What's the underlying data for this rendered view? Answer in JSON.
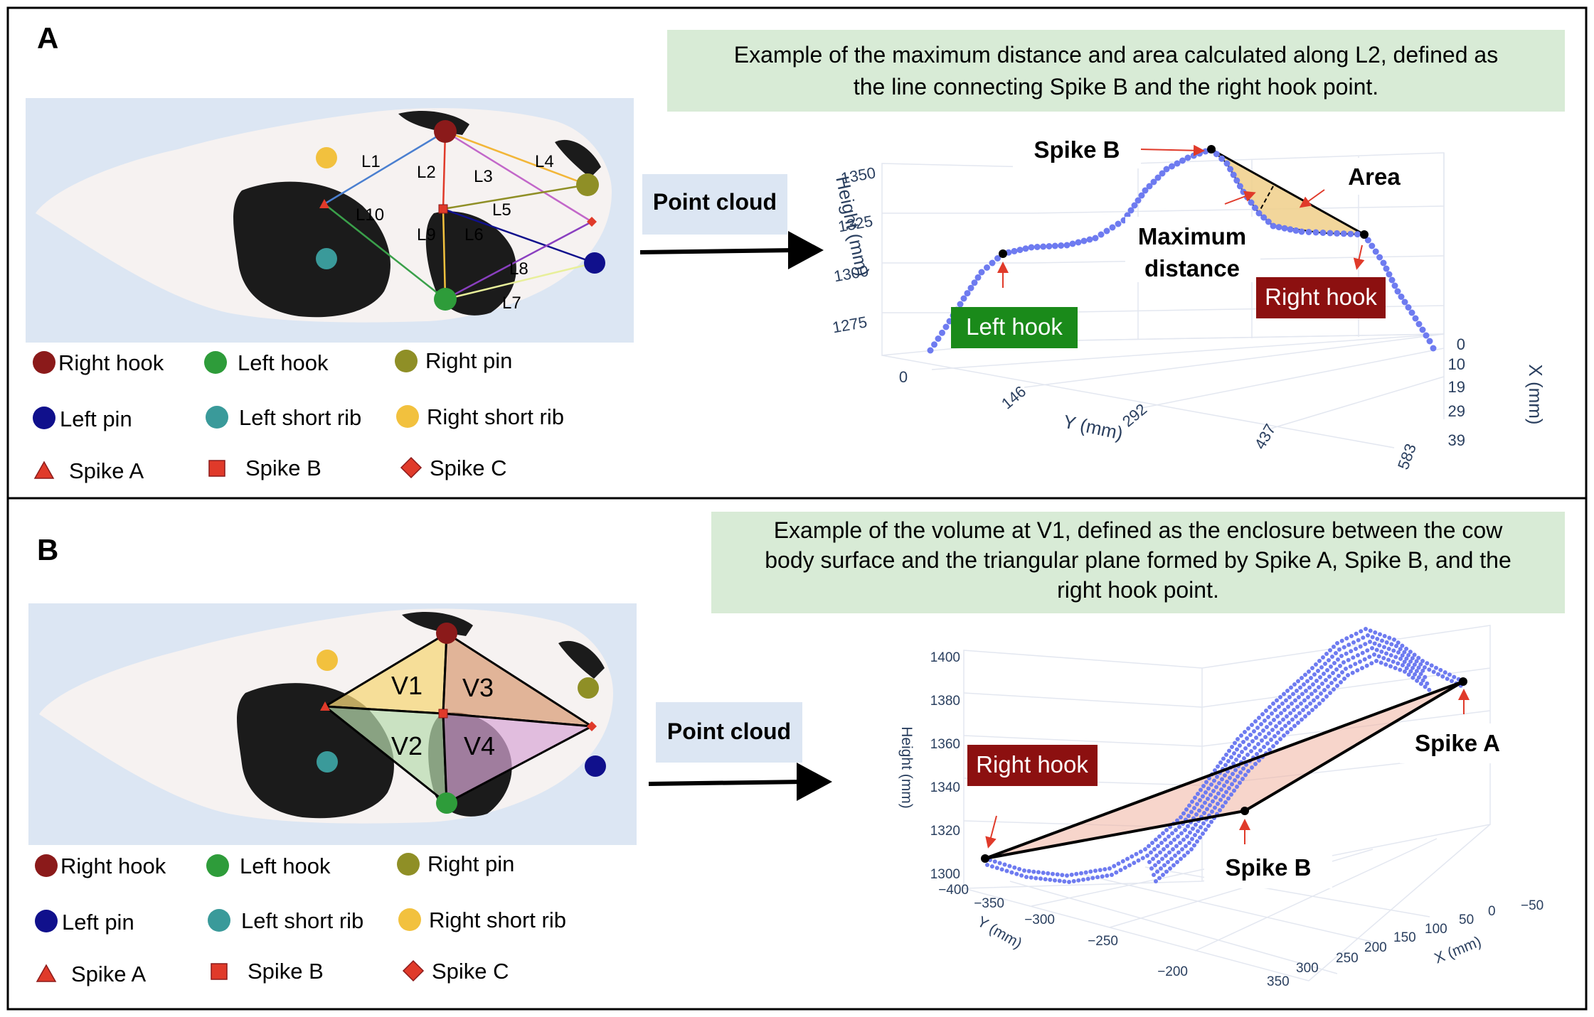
{
  "panel_a": {
    "letter": "A",
    "caption_lines": [
      "Example of the maximum distance and area calculated along L2, defined as",
      "the line connecting Spike B and the right hook point."
    ],
    "arrow_label": "Point cloud",
    "line_labels": [
      "L1",
      "L2",
      "L3",
      "L4",
      "L5",
      "L6",
      "L7",
      "L8",
      "L9",
      "L10"
    ],
    "plot": {
      "ylabel": "Height (mm)",
      "height_ticks": [
        "1350",
        "1325",
        "1300",
        "1275"
      ],
      "xlabel": "Y (mm)",
      "y_ticks": [
        "0",
        "146",
        "292",
        "437",
        "583"
      ],
      "zlabel": "X (mm)",
      "x_ticks": [
        "0",
        "10",
        "19",
        "29",
        "39"
      ],
      "annotations": {
        "spike_b": "Spike B",
        "area": "Area",
        "max_distance_1": "Maximum",
        "max_distance_2": "distance",
        "left_hook": "Left hook",
        "right_hook": "Right hook"
      }
    }
  },
  "panel_b": {
    "letter": "B",
    "caption_lines": [
      "Example of the volume at V1, defined as the enclosure between the cow",
      "body surface and the triangular plane formed by Spike A, Spike B, and the",
      "right hook point."
    ],
    "arrow_label": "Point cloud",
    "volume_labels": [
      "V1",
      "V2",
      "V3",
      "V4"
    ],
    "plot": {
      "ylabel": "Height (mm)",
      "height_ticks": [
        "1400",
        "1380",
        "1360",
        "1340",
        "1320",
        "1300"
      ],
      "xlabel": "Y (mm)",
      "y_ticks": [
        "−400",
        "−350",
        "−300",
        "−250",
        "−200"
      ],
      "zlabel": "X (mm)",
      "x_ticks": [
        "−50",
        "0",
        "50",
        "100",
        "150",
        "200",
        "250",
        "300",
        "350"
      ],
      "annotations": {
        "right_hook": "Right hook",
        "spike_a": "Spike A",
        "spike_b": "Spike B"
      }
    }
  },
  "legend": {
    "right_hook": "Right hook",
    "left_hook": "Left hook",
    "right_pin": "Right pin",
    "left_pin": "Left pin",
    "left_short_rib": "Left short rib",
    "right_short_rib": "Right short rib",
    "spike_a": "Spike A",
    "spike_b": "Spike B",
    "spike_c": "Spike C"
  },
  "colors": {
    "right_hook": "#8b1a1a",
    "left_hook": "#2e9c3a",
    "right_pin": "#8f8f26",
    "left_pin": "#10108c",
    "left_short_rib": "#3a9a9a",
    "right_short_rib": "#f2c13e",
    "spike": "#e03a2a",
    "caption_bg": "#d8ebd6",
    "cow_bg": "#dce6f3",
    "points": "#6e7bf0"
  }
}
